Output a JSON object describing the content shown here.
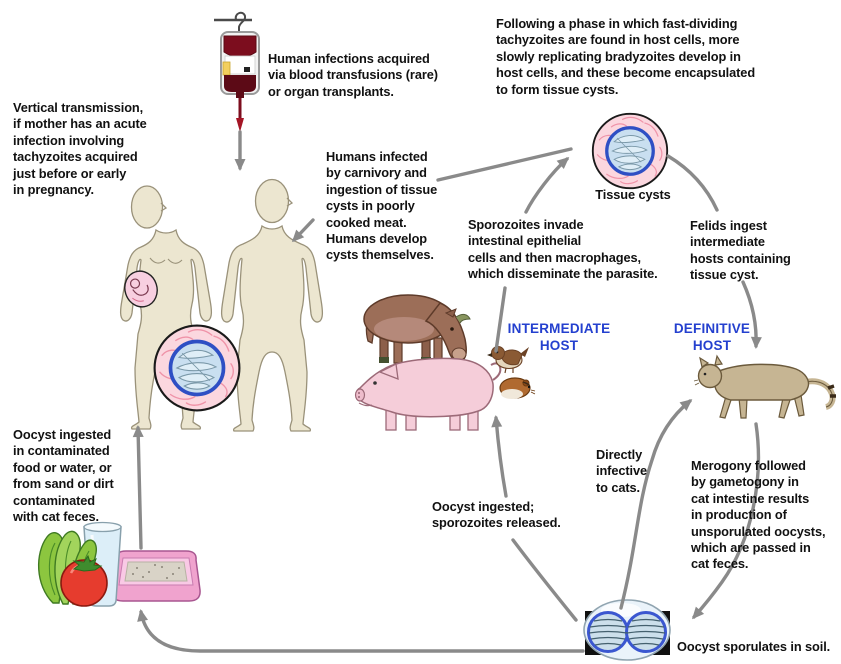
{
  "diagram_title": "Toxoplasma life cycle diagram",
  "colors": {
    "background": "#ffffff",
    "text": "#111111",
    "host_label_blue": "#2440cf",
    "arrow_gray": "#8a8a8a",
    "cyst_outer_pink": "#fbd7df",
    "cyst_ring_blue": "#2e4fc4",
    "cyst_inner_blue": "#c9dff0",
    "blood_red": "#7c0d1e",
    "pig_pink": "#f5cdd9",
    "cow_brown": "#9c6e58",
    "cat_tan": "#c6b593",
    "litter_box_pink": "#f0a3ce",
    "tomato_red": "#e63c2e",
    "lettuce_green": "#8cc63f",
    "oocyst_blue": "#eaf3fa"
  },
  "annotations": {
    "vertical_transmission": "Vertical transmission,\nif mother has an acute\ninfection involving\ntachyzoites acquired\njust before or early\nin pregnancy.",
    "blood_transfusion": "Human infections acquired\nvia blood transfusions (rare)\nor organ transplants.",
    "tachyzoites_phase": "Following a phase in which fast-dividing\ntachyzoites are found in host cells, more\nslowly replicating bradyzoites develop in\nhost cells, and these become encapsulated\nto form tissue cysts.",
    "humans_infected": "Humans infected\nby carnivory and\ningestion of tissue\ncysts in poorly\ncooked meat.\nHumans develop\ncysts themselves.",
    "tissue_cysts_label": "Tissue cysts",
    "sporozoites": "Sporozoites invade\nintestinal epithelial\ncells and then macrophages,\nwhich disseminate the parasite.",
    "felids_ingest": "Felids ingest\nintermediate\nhosts containing\ntissue cyst.",
    "intermediate_host": "INTERMEDIATE\nHOST",
    "definitive_host": "DEFINITIVE\nHOST",
    "directly_infective": "Directly\ninfective\nto cats.",
    "merogony": "Merogony followed\nby gametogony in\ncat intestine results\nin production of\nunsporulated oocysts,\nwhich are passed in\ncat feces.",
    "oocyst_ingested_sporozoites": "Oocyst ingested;\nsporozoites released.",
    "oocyst_contaminated": "Oocyst ingested\nin contaminated\nfood or water, or\nfrom sand or dirt\ncontaminated\nwith cat feces.",
    "oocyst_sporulates": "Oocyst sporulates in soil."
  },
  "icons": {
    "blood_bag": "blood-bag-icon",
    "woman": "woman-figure-icon",
    "man": "man-figure-icon",
    "fetus": "fetus-icon",
    "tissue_cyst": "tissue-cyst-icon",
    "cow": "cow-icon",
    "pig": "pig-icon",
    "sparrow": "sparrow-icon",
    "hamster": "hamster-icon",
    "cat": "cat-icon",
    "lettuce": "lettuce-icon",
    "tomato": "tomato-icon",
    "water_glass": "water-glass-icon",
    "litter_box": "litter-box-icon",
    "oocyst": "oocyst-icon"
  }
}
